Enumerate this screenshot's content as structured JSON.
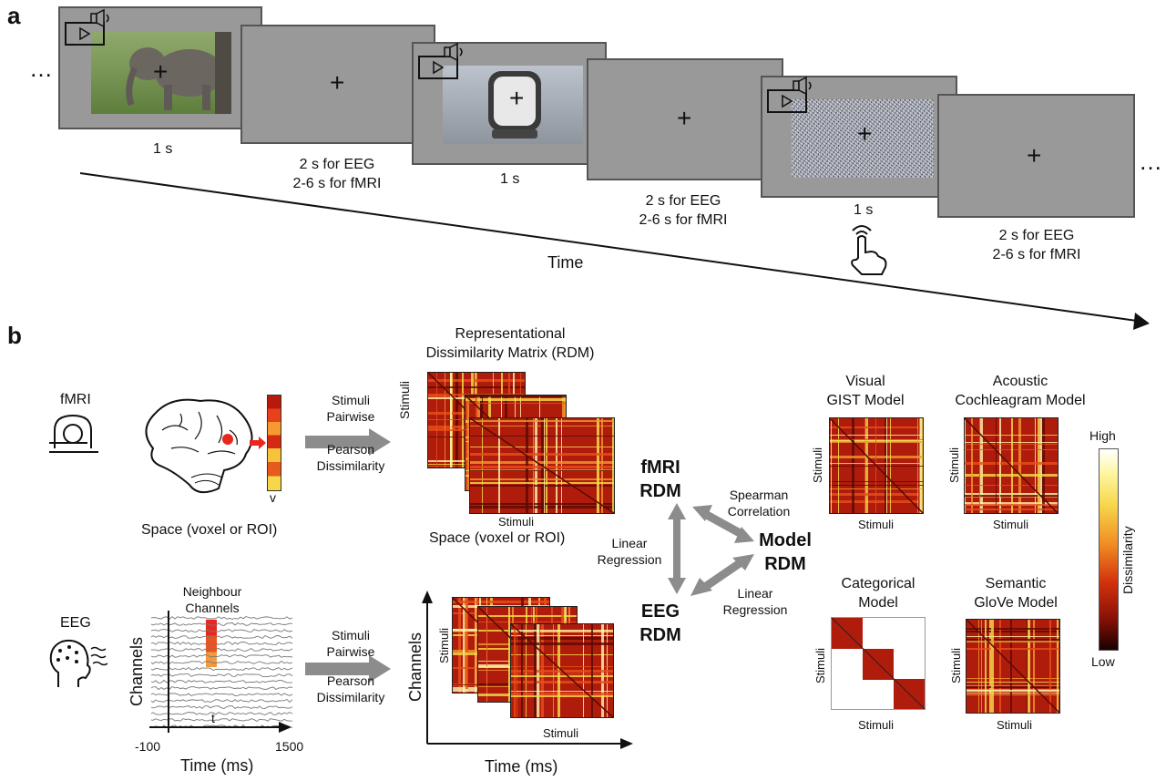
{
  "panel_a": {
    "label": "a",
    "ellipsis_left": "…",
    "ellipsis_right": "…",
    "time_label": "Time",
    "screens": [
      {
        "duration": "1 s"
      },
      {
        "duration_line1": "2 s for EEG",
        "duration_line2": "2-6 s for fMRI"
      },
      {
        "duration": "1 s"
      },
      {
        "duration_line1": "2 s for EEG",
        "duration_line2": "2-6 s for fMRI"
      },
      {
        "duration": "1 s"
      },
      {
        "duration_line1": "2 s for EEG",
        "duration_line2": "2-6 s for fMRI"
      }
    ],
    "fixation": "+"
  },
  "panel_b": {
    "label": "b",
    "fmri": {
      "label": "fMRI",
      "vector_label": "v",
      "space_label": "Space (voxel or ROI)",
      "arrow_top": [
        "Stimuli",
        "Pairwise"
      ],
      "arrow_bottom": [
        "Pearson",
        "Dissimilarity"
      ],
      "rdm_title": [
        "Representational",
        "Dissimilarity Matrix (RDM)"
      ],
      "rdm_axis_y": "Stimuli",
      "rdm_axis_x": "Stimuli",
      "rdm_space": "Space (voxel or ROI)"
    },
    "eeg": {
      "label": "EEG",
      "neighbour": [
        "Neighbour",
        "Channels"
      ],
      "ylabel": "Channels",
      "t_label": "t",
      "x_min": "-100",
      "x_max": "1500",
      "xlabel": "Time (ms)",
      "arrow_top": [
        "Stimuli",
        "Pairwise"
      ],
      "arrow_bottom": [
        "Pearson",
        "Dissimilarity"
      ],
      "rdm_ylabel": "Channels",
      "rdm_axis_y": "Stimuli",
      "rdm_axis_x": "Stimuli",
      "rdm_xlabel": "Time (ms)"
    },
    "triangle": {
      "fmri_rdm": [
        "fMRI",
        "RDM"
      ],
      "eeg_rdm": [
        "EEG",
        "RDM"
      ],
      "model_rdm": [
        "Model",
        "RDM"
      ],
      "spearman": [
        "Spearman",
        "Correlation"
      ],
      "linear_left": [
        "Linear",
        "Regression"
      ],
      "linear_right": [
        "Linear",
        "Regression"
      ]
    },
    "models": [
      {
        "title": [
          "Visual",
          "GIST Model"
        ],
        "axis_y": "Stimuli",
        "axis_x": "Stimuli"
      },
      {
        "title": [
          "Acoustic",
          "Cochleagram Model"
        ],
        "axis_y": "Stimuli",
        "axis_x": "Stimuli"
      },
      {
        "title": [
          "Categorical",
          "Model"
        ],
        "axis_y": "Stimuli",
        "axis_x": "Stimuli"
      },
      {
        "title": [
          "Semantic",
          "GloVe Model"
        ],
        "axis_y": "Stimuli",
        "axis_x": "Stimuli"
      }
    ],
    "colorbar": {
      "high": "High",
      "low": "Low",
      "label": "Dissimilarity"
    }
  },
  "colors": {
    "screen_gray": "#999999",
    "arrow_gray": "#8c8c8c",
    "rdm_dark": "#5a0a02",
    "rdm_red": "#b01c0c",
    "rdm_yellow": "#f5e04a"
  }
}
